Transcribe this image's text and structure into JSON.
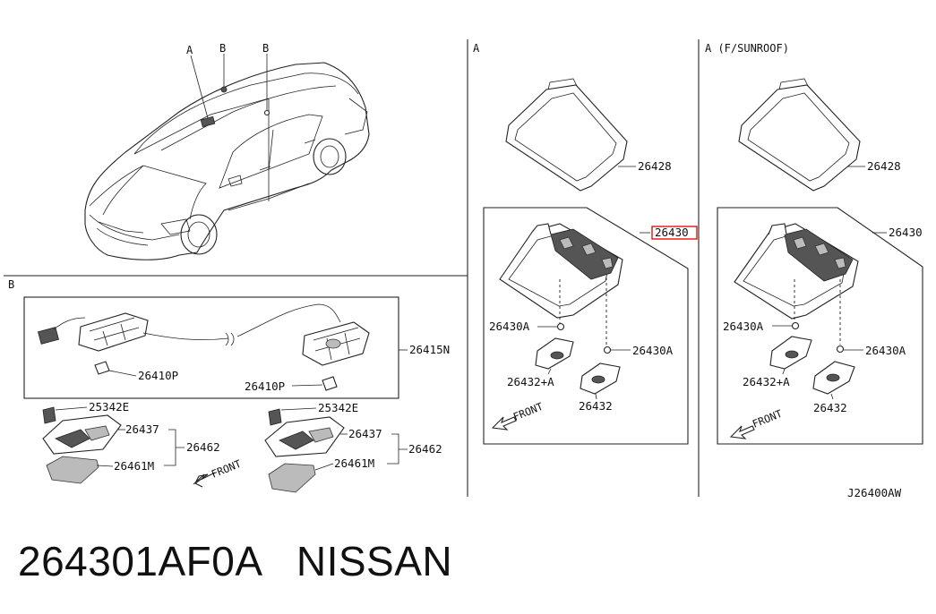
{
  "sections": {
    "car_callouts": [
      "A",
      "B",
      "B"
    ],
    "b_title": "B",
    "a_title": "A",
    "a_sunroof_title": "A (F/SUNROOF)"
  },
  "parts": {
    "p26428": "26428",
    "p26430": "26430",
    "p26430A": "26430A",
    "p26432A": "26432+A",
    "p26432": "26432",
    "p26415N": "26415N",
    "p26410P": "26410P",
    "p25342E": "25342E",
    "p26437": "26437",
    "p26462": "26462",
    "p26461M": "26461M"
  },
  "front_label": "FRONT",
  "diagram_code": "J26400AW",
  "caption": "264301AF0A   NISSAN",
  "colors": {
    "highlight": "#e00000",
    "line": "#222222"
  }
}
